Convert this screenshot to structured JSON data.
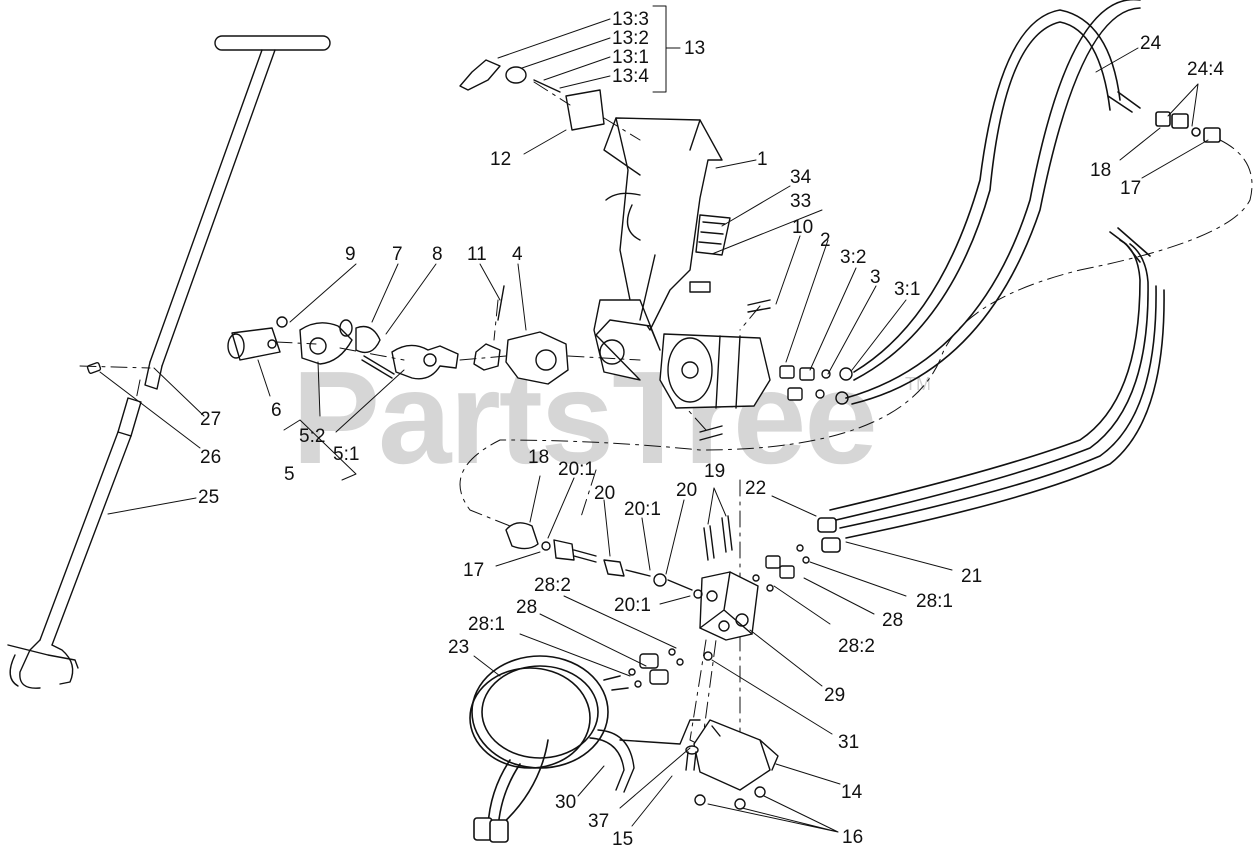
{
  "watermark": {
    "brand": "PartsTree",
    "trademark": "TM"
  },
  "callouts": {
    "c1": "1",
    "c2": "2",
    "c3": "3",
    "c3_1": "3:1",
    "c3_2": "3:2",
    "c4": "4",
    "c5": "5",
    "c5_1": "5:1",
    "c5_2": "5:2",
    "c6": "6",
    "c7": "7",
    "c8": "8",
    "c9": "9",
    "c10": "10",
    "c11": "11",
    "c12": "12",
    "c13": "13",
    "c13_1": "13:1",
    "c13_2": "13:2",
    "c13_3": "13:3",
    "c13_4": "13:4",
    "c14": "14",
    "c15": "15",
    "c16": "16",
    "c17a": "17",
    "c17b": "17",
    "c18a": "18",
    "c18b": "18",
    "c19": "19",
    "c20a": "20",
    "c20b": "20",
    "c20_1a": "20:1",
    "c20_1b": "20:1",
    "c20_1c": "20:1",
    "c21": "21",
    "c22": "22",
    "c23": "23",
    "c24": "24",
    "c24_4": "24:4",
    "c25": "25",
    "c26": "26",
    "c27": "27",
    "c28a": "28",
    "c28b": "28",
    "c28_1a": "28:1",
    "c28_1b": "28:1",
    "c28_2a": "28:2",
    "c28_2b": "28:2",
    "c29": "29",
    "c30": "30",
    "c31": "31",
    "c33": "33",
    "c34": "34",
    "c37": "37"
  }
}
